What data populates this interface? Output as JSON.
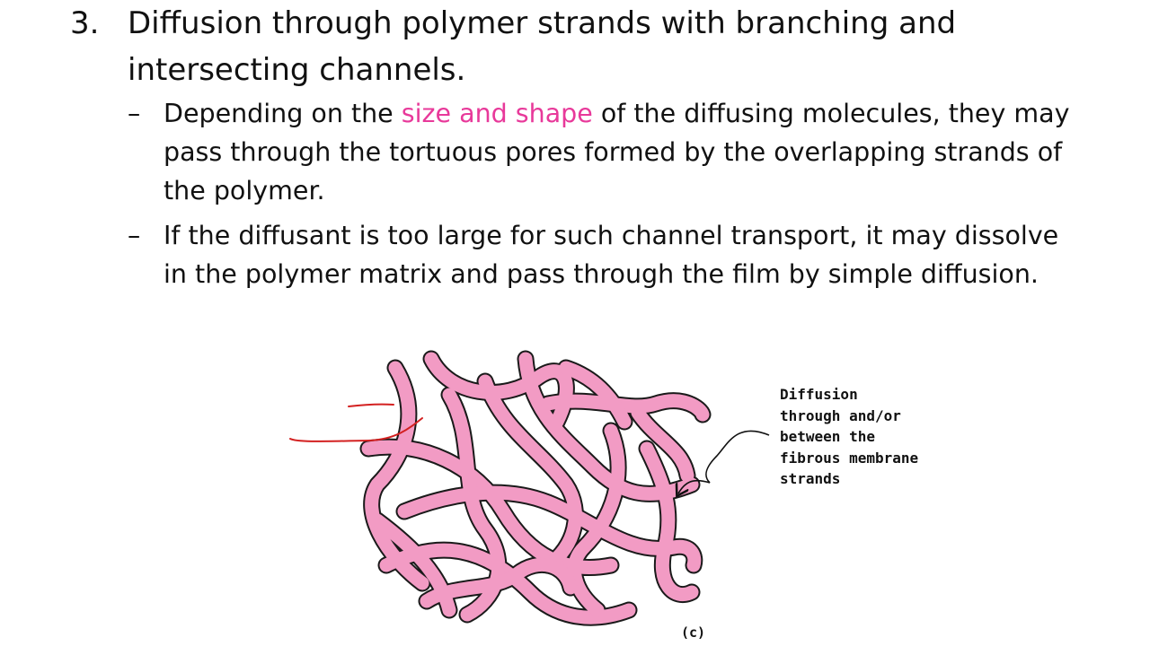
{
  "slide": {
    "main_point": {
      "number": "3.",
      "text": "Diffusion through polymer strands with branching and intersecting channels."
    },
    "sub_points": [
      {
        "bullet": "–",
        "text_before": "Depending on the ",
        "highlight": "size and shape",
        "text_after": " of the diffusing molecules, they may pass through the tortuous pores formed by the overlapping strands of the polymer."
      },
      {
        "bullet": "–",
        "text": "If the diffusant is too large for such channel transport, it may dissolve in the polymer matrix and pass through the film by simple diffusion."
      }
    ],
    "figure": {
      "caption": "Diffusion\nthrough and/or\nbetween the\nfibrous membrane\nstrands",
      "label": "(c)"
    }
  },
  "colors": {
    "text": "#111111",
    "highlight": "#e8399a",
    "strand_fill": "#f29bc4",
    "strand_outline": "#1a1a1a",
    "annotation": "#d32020"
  }
}
